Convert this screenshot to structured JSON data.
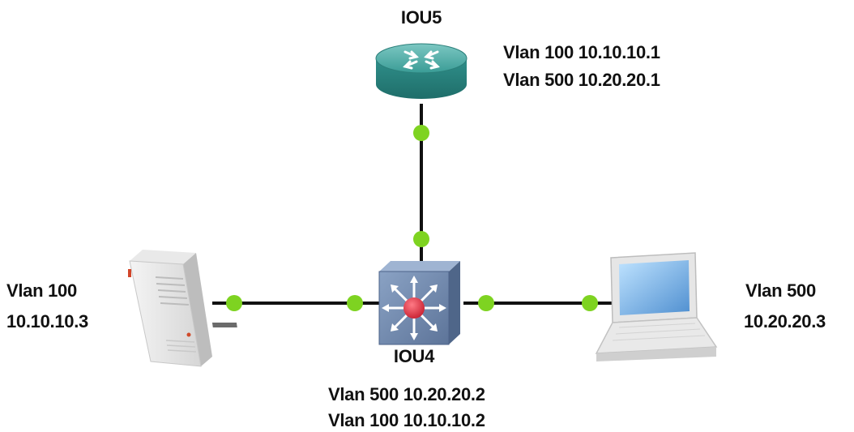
{
  "devices": {
    "router": {
      "name": "IOU5",
      "icon": "router-icon"
    },
    "switch": {
      "name": "IOU4",
      "icon": "multilayer-switch-icon"
    },
    "server": {
      "icon": "server-tower-icon"
    },
    "laptop": {
      "icon": "laptop-icon"
    }
  },
  "labels": {
    "router_vlan100": "Vlan 100 10.10.10.1",
    "router_vlan500": "Vlan 500 10.20.20.1",
    "switch_vlan500": "Vlan 500 10.20.20.2",
    "switch_vlan100": "Vlan 100 10.10.10.2",
    "server_vlan": "Vlan 100",
    "server_ip": "10.10.10.3",
    "laptop_vlan": "Vlan 500",
    "laptop_ip": "10.20.20.3"
  },
  "colors": {
    "link": "#111111",
    "port_dot": "#7ed321",
    "router": "#2f8f8a",
    "switch": "#6f86a8",
    "switch_core": "#e23a4a"
  },
  "links": [
    {
      "from": "IOU5",
      "to": "IOU4"
    },
    {
      "from": "server",
      "to": "IOU4"
    },
    {
      "from": "IOU4",
      "to": "laptop"
    }
  ]
}
